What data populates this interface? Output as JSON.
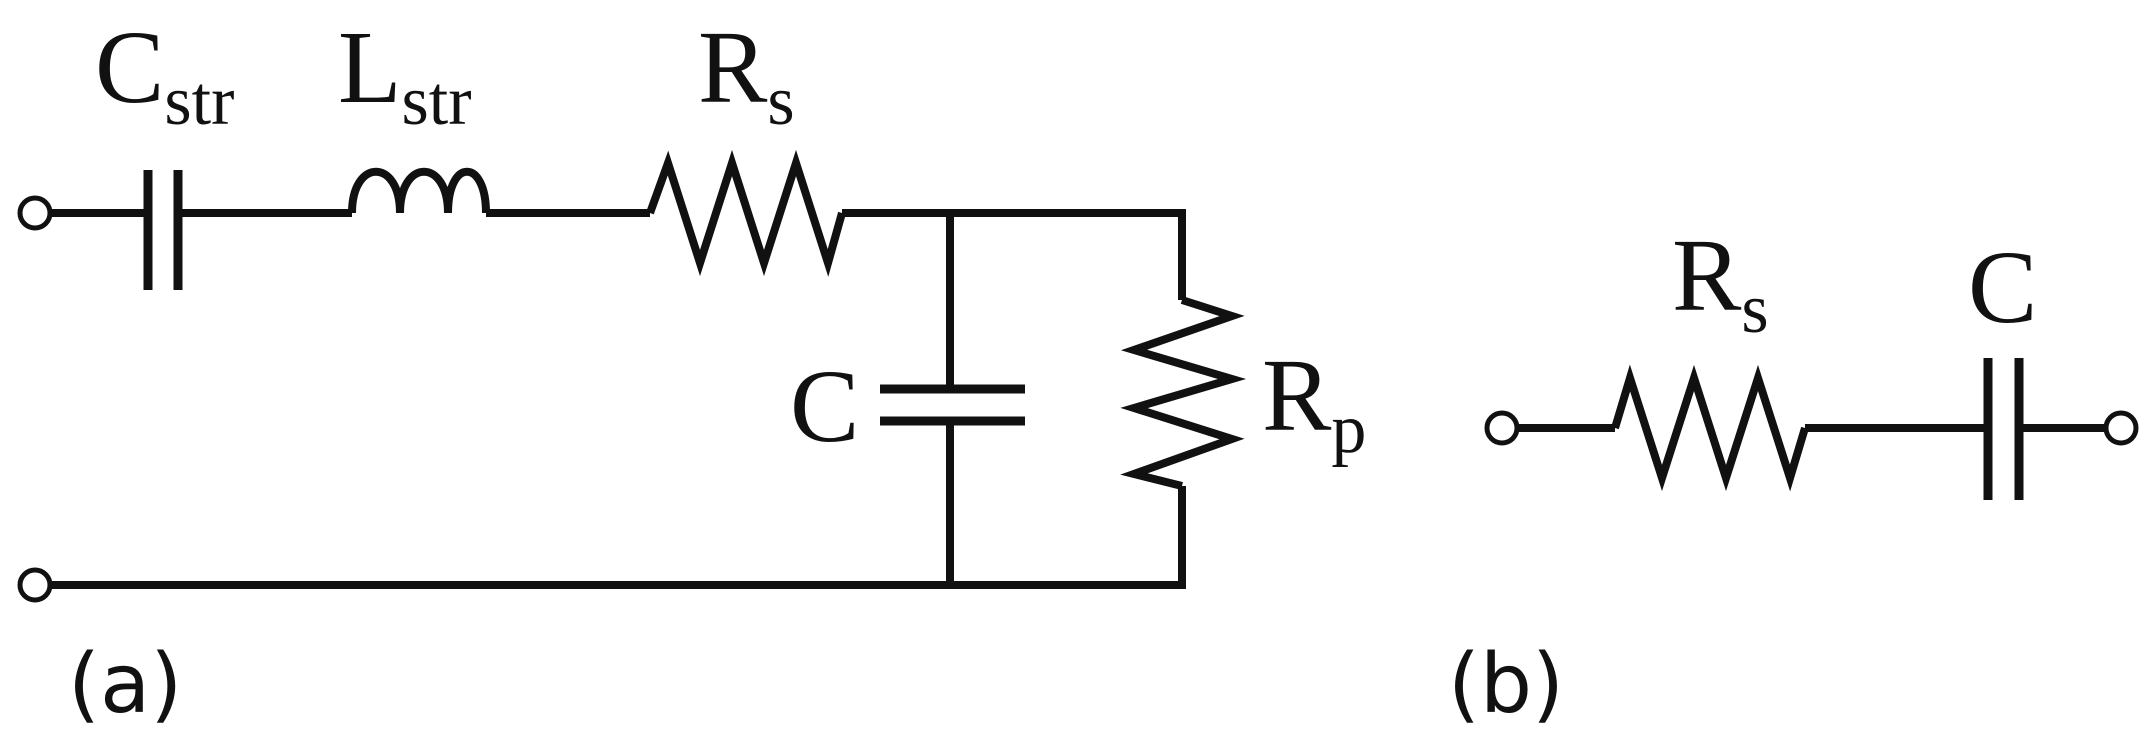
{
  "colors": {
    "stroke": "#111111",
    "text": "#111111",
    "terminal_fill": "#ffffff",
    "background": "#ffffff"
  },
  "circuit_a": {
    "panel_label": "(a)",
    "components": {
      "stray_capacitor": {
        "symbol": "C",
        "subscript": "str"
      },
      "stray_inductor": {
        "symbol": "L",
        "subscript": "str"
      },
      "series_resistor": {
        "symbol": "R",
        "subscript": "s"
      },
      "capacitor": {
        "symbol": "C"
      },
      "parallel_resistor": {
        "symbol": "R",
        "subscript": "p"
      }
    }
  },
  "circuit_b": {
    "panel_label": "(b)",
    "components": {
      "series_resistor": {
        "symbol": "R",
        "subscript": "s"
      },
      "capacitor": {
        "symbol": "C"
      }
    }
  }
}
